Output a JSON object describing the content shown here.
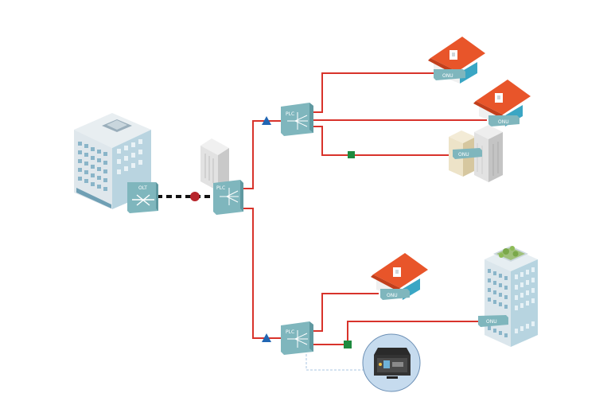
{
  "labels": {
    "olt": "OLT",
    "plc": "PLC",
    "onu": "ONU"
  },
  "devices": {
    "olt": {
      "label": "OLT",
      "icon": "olt-switch-icon"
    },
    "splitter_1": {
      "label": "PLC",
      "icon": "splitter-icon"
    },
    "splitter_2": {
      "label": "PLC",
      "icon": "splitter-icon"
    },
    "splitter_3": {
      "label": "PLC",
      "icon": "splitter-icon"
    },
    "onus": [
      {
        "label": "ONU",
        "premise": "house-icon"
      },
      {
        "label": "ONU",
        "premise": "house-icon"
      },
      {
        "label": "ONU",
        "premise": "apartment-icon"
      },
      {
        "label": "ONU",
        "premise": "house-icon"
      },
      {
        "label": "ONU",
        "premise": "office-tower-icon"
      }
    ],
    "test_kit": {
      "icon": "test-kit-case-icon"
    }
  },
  "colors": {
    "fiber": "#d8332b",
    "trunk": "#111111",
    "connector_circle": "#b7242b",
    "marker_triangle": "#2166b3",
    "marker_square": "#1e8a3e",
    "device_teal": "#7fb6bd",
    "roof": "#e8552a",
    "building_blue": "#bcd9e6",
    "test_link": "#a9c4e0"
  }
}
